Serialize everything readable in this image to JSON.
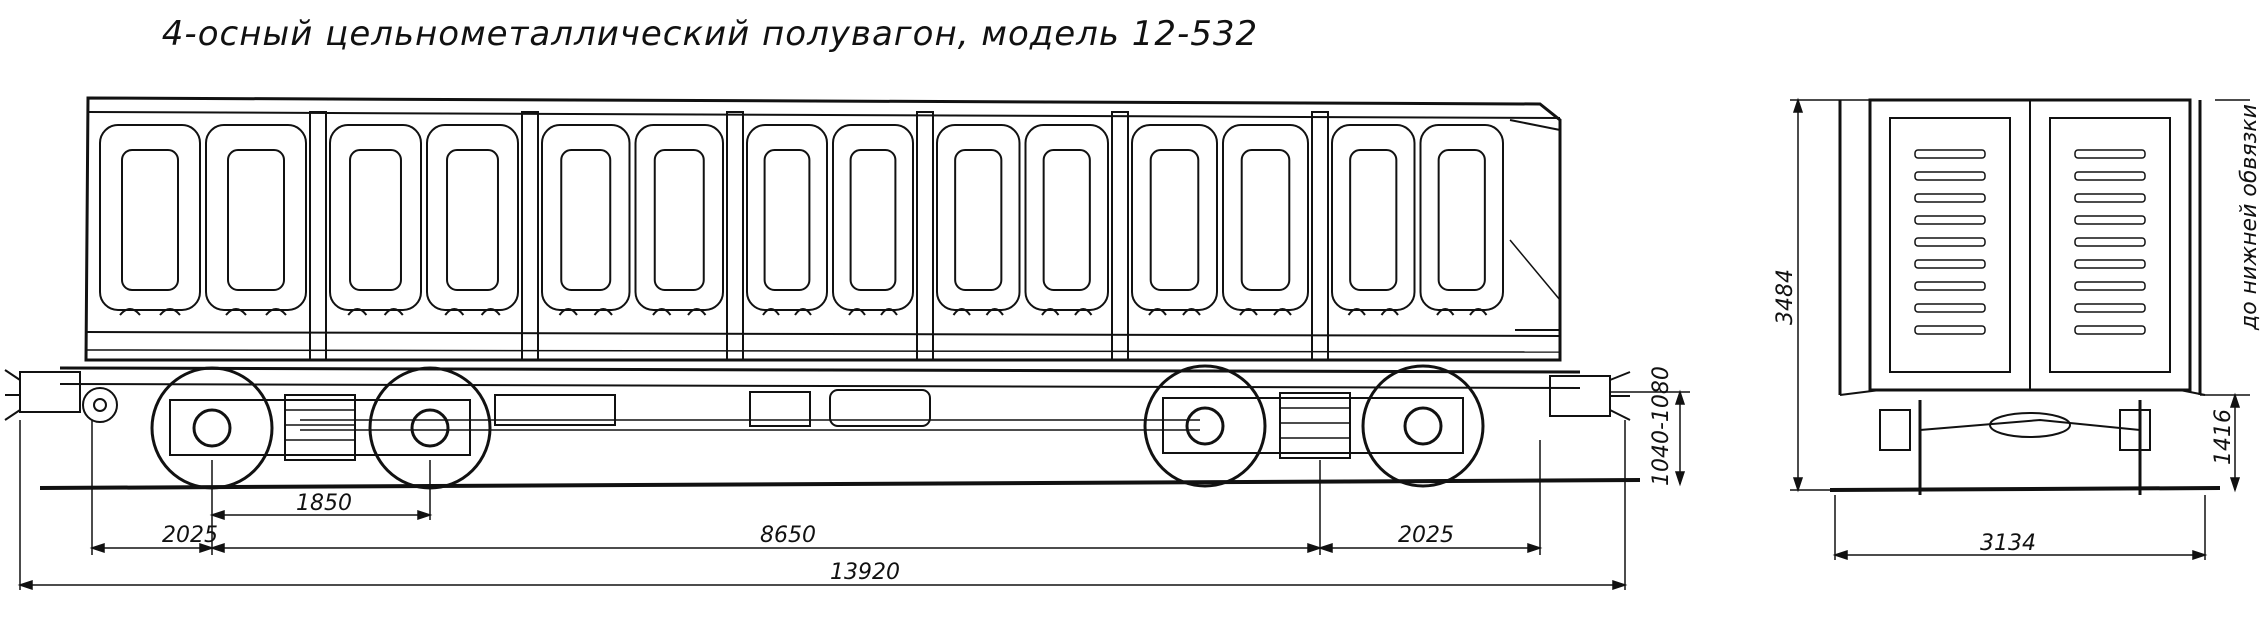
{
  "title": "4-осный цельнометаллический полувагон, модель 12-532",
  "side_view": {
    "dims": {
      "bogie_offset_left": "2025",
      "wheelbase": "1850",
      "bogie_centers": "8650",
      "bogie_offset_right": "2025",
      "overall_length": "13920",
      "coupler_height": "1040-1080"
    }
  },
  "end_view": {
    "dims": {
      "height": "3484",
      "width": "3134",
      "floor_height": "1416",
      "note": "до нижней обвязки"
    }
  }
}
